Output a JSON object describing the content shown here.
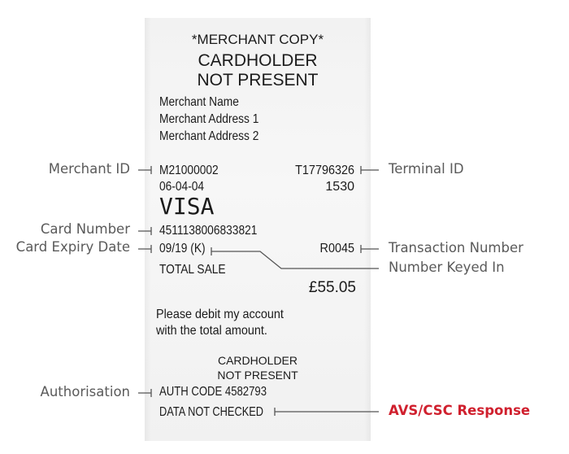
{
  "receipt": {
    "header_copy": "*MERCHANT COPY*",
    "header_title_line1": "CARDHOLDER",
    "header_title_line2": "NOT PRESENT",
    "merchant_name": "Merchant Name",
    "merchant_address_1": "Merchant Address 1",
    "merchant_address_2": "Merchant Address 2",
    "merchant_id_value": "M21000002",
    "terminal_id_value": "T17796326",
    "date": "06-04-04",
    "time": "1530",
    "card_scheme": "VISA",
    "card_number_value": "4511138006833821",
    "expiry_value": "09/19 (K)",
    "transaction_number_value": "R0045",
    "sale_type": "TOTAL SALE",
    "amount": "£55.05",
    "debit_line1": "Please debit my account",
    "debit_line2": "with the total amount.",
    "footer_title_line1": "CARDHOLDER",
    "footer_title_line2": "NOT PRESENT",
    "auth_code": "AUTH CODE 4582793",
    "avs_status": "DATA NOT CHECKED"
  },
  "labels": {
    "merchant_id": "Merchant ID",
    "terminal_id": "Terminal ID",
    "card_number": "Card Number",
    "card_expiry": "Card Expiry Date",
    "transaction_number": "Transaction Number",
    "number_keyed_in": "Number Keyed In",
    "authorisation": "Authorisation",
    "avs_csc": "AVS/CSC Response"
  },
  "colors": {
    "label_text": "#5a5a5a",
    "receipt_text": "#1b1b1b",
    "accent_red": "#d0202e",
    "leader_line": "#555555"
  }
}
